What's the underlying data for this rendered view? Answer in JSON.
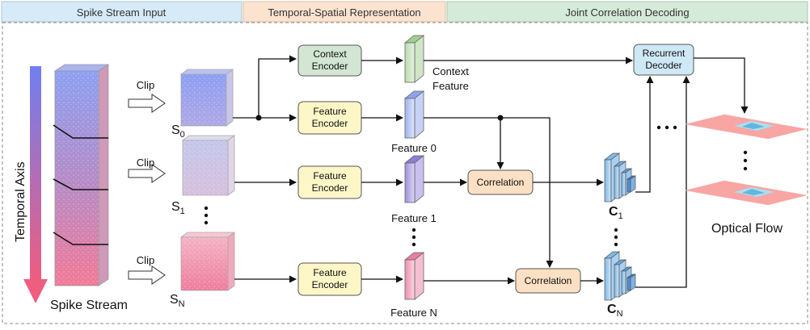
{
  "headers": {
    "spike_input": "Spike Stream Input",
    "representation": "Temporal-Spatial Representation",
    "decoding": "Joint Correlation Decoding"
  },
  "left": {
    "axis_label": "Temporal  Axis",
    "stream_label": "Spike Stream",
    "clip": "Clip"
  },
  "clips": {
    "s0": {
      "base": "S",
      "sub": "0"
    },
    "s1": {
      "base": "S",
      "sub": "1"
    },
    "sn": {
      "base": "S",
      "sub": "N"
    }
  },
  "encoders": {
    "context": [
      "Context",
      "Encoder"
    ],
    "feature": [
      "Feature",
      "Encoder"
    ]
  },
  "features": {
    "context": [
      "Context",
      "Feature"
    ],
    "f0": "Feature 0",
    "f1": "Feature 1",
    "fn": "Feature N"
  },
  "correlation": "Correlation",
  "decoder": [
    "Recurrent",
    "Decoder"
  ],
  "cost": {
    "c1": {
      "base": "C",
      "sub": "1"
    },
    "cn": {
      "base": "C",
      "sub": "N"
    }
  },
  "output_label": "Optical Flow",
  "colors": {
    "header_blue": "#d6ebf7",
    "header_orange": "#fbe3cf",
    "header_green": "#d5ead8",
    "context_encoder": "#d2e6d3",
    "feature_encoder": "#fdf7c8",
    "correlation": "#fce0c4",
    "decoder": "#cfe8f6",
    "axis_top": "#6f7ff0",
    "axis_bottom": "#ef5d7f"
  }
}
